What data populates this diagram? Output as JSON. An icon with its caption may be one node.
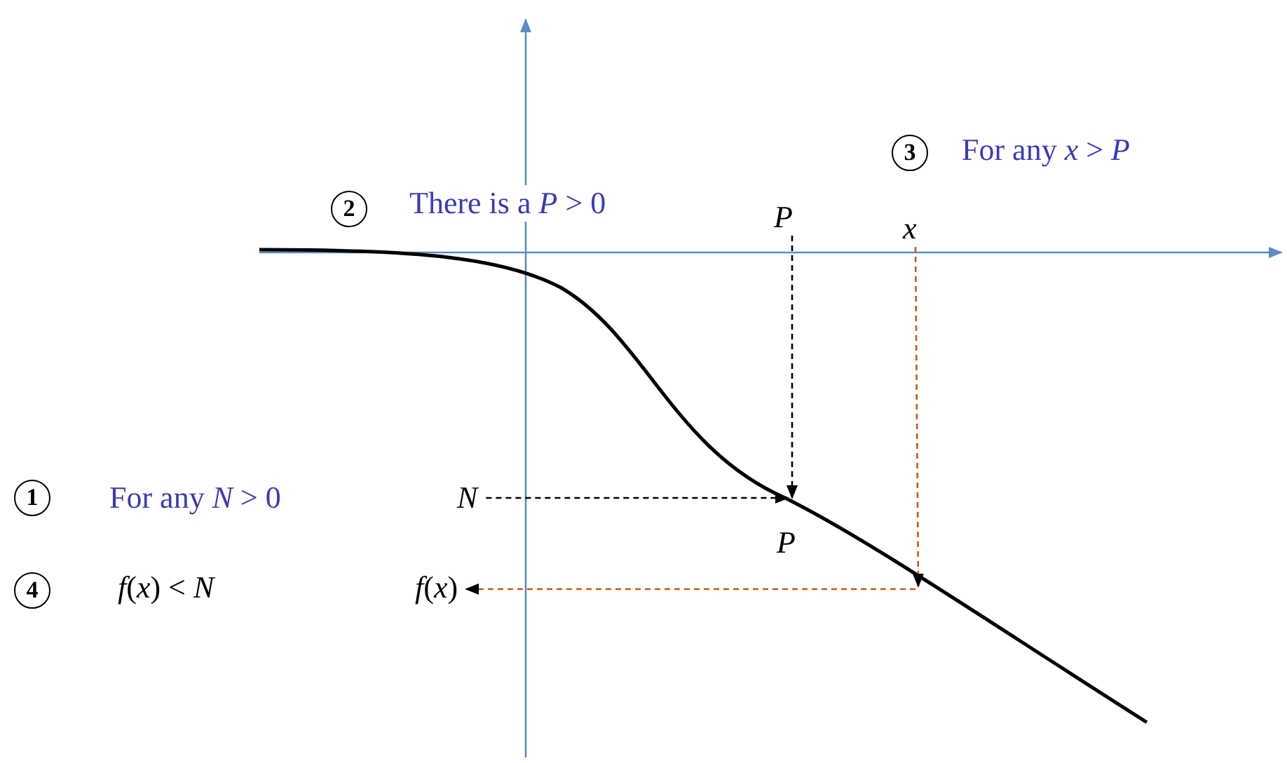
{
  "diagram": {
    "nodes": [
      {
        "text": [
          "*N*"
        ]
      },
      {
        "text": [
          "*P*"
        ]
      },
      {
        "text": [
          "*x*"
        ]
      },
      {
        "text": [
          "*f*(*x*)"
        ]
      }
    ],
    "edges": [
      {
        "from": 0,
        "to": null,
        "arrow": "to",
        "style": "dashed"
      },
      {
        "from": 1,
        "to": null,
        "arrow": "to",
        "style": "dashed"
      },
      {
        "from": 2,
        "to": null,
        "arrow": "to",
        "style": "dashed",
        "color": "#c55a11"
      },
      {
        "from": null,
        "to": 3,
        "arrow": "to",
        "style": "dashed",
        "color": "#c55a11"
      }
    ],
    "labels": [
      "3",
      "For any *x* > *P*",
      "2",
      "There is a *P* > 0",
      "1",
      "For any *N* > 0",
      "*P*",
      "4",
      "*f*(*x*) < *N*"
    ]
  }
}
